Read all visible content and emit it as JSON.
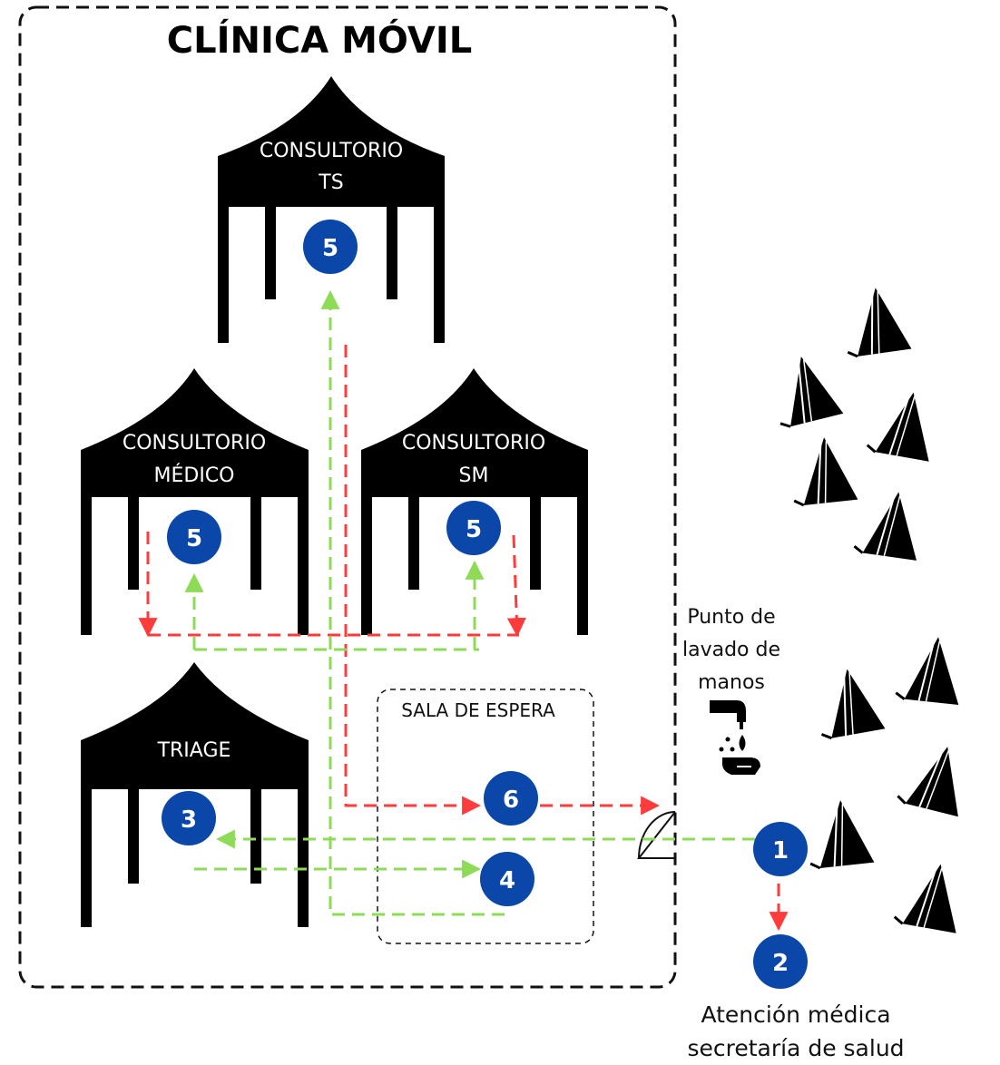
{
  "title": "CLÍNICA MÓVIL",
  "tents": {
    "ts": {
      "line1": "CONSULTORIO",
      "line2": "TS"
    },
    "medico": {
      "line1": "CONSULTORIO",
      "line2": "MÉDICO"
    },
    "sm": {
      "line1": "CONSULTORIO",
      "line2": "SM"
    },
    "triage": {
      "line1": "TRIAGE"
    }
  },
  "waiting_room": {
    "label": "SALA DE ESPERA"
  },
  "steps": {
    "entry": "1",
    "health_secretary": "2",
    "triage": "3",
    "waiting": "4",
    "consult_ts": "5",
    "consult_medico": "5",
    "consult_sm": "5",
    "exit": "6"
  },
  "handwash": {
    "line1": "Punto de",
    "line2": "lavado de",
    "line3": "manos"
  },
  "health_note": {
    "line1": "Atención médica",
    "line2": "secretaría de salud"
  },
  "colors": {
    "step_circle": "#0a47a8",
    "tent": "#000000",
    "inbound_arrow": "#8ddb57",
    "outbound_arrow": "#ff3b3b",
    "border": "#111111"
  },
  "icons": [
    "tent-icon",
    "water-tap-icon",
    "hand-wash-icon",
    "door-icon"
  ]
}
